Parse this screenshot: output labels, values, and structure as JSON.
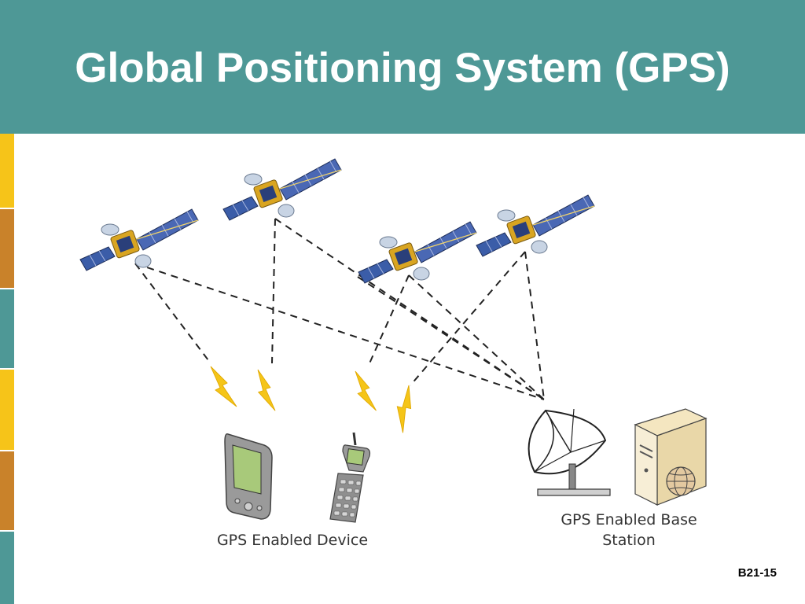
{
  "slide": {
    "title": "Global Positioning System (GPS)",
    "slide_id": "B21-15"
  },
  "colors": {
    "header_bg": "#4e9896",
    "strip_yellow": "#f6c419",
    "strip_orange": "#c9822a",
    "strip_teal": "#4e9896",
    "lightning": "#f5c518",
    "panel_blue": "#3b5da8"
  },
  "diagram": {
    "satellites": [
      {
        "icon": "satellite-icon"
      },
      {
        "icon": "satellite-icon"
      },
      {
        "icon": "satellite-icon"
      },
      {
        "icon": "satellite-icon"
      }
    ],
    "devices": {
      "label": "GPS Enabled Device",
      "items": [
        {
          "icon": "pda-icon"
        },
        {
          "icon": "cell-phone-icon"
        }
      ]
    },
    "base_station": {
      "label": "GPS Enabled Base Station",
      "items": [
        {
          "icon": "satellite-dish-icon"
        },
        {
          "icon": "server-icon"
        }
      ]
    }
  }
}
